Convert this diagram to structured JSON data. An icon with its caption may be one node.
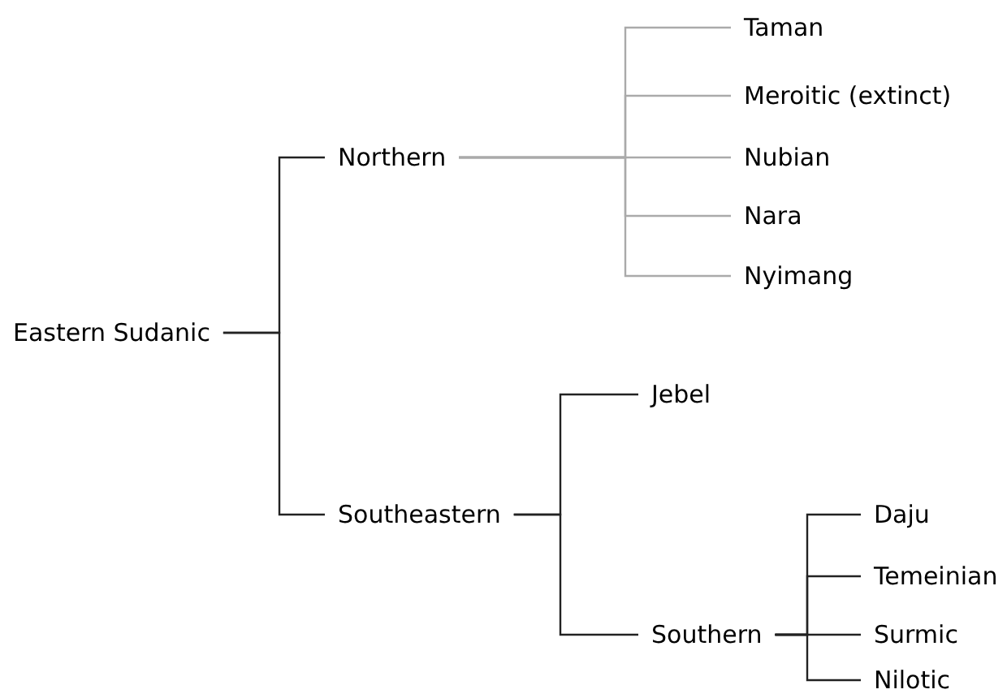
{
  "diagram": {
    "nodes": [
      {
        "text": [
          "Eastern Sudanic"
        ]
      },
      {
        "text": [
          "Northern"
        ]
      },
      {
        "text": [
          "Taman"
        ]
      },
      {
        "text": [
          "Meroitic (extinct)"
        ]
      },
      {
        "text": [
          "Nubian"
        ]
      },
      {
        "text": [
          "Nara"
        ]
      },
      {
        "text": [
          "Nyimang"
        ]
      },
      {
        "text": [
          "Southeastern"
        ]
      },
      {
        "text": [
          "Jebel"
        ]
      },
      {
        "text": [
          "Southern"
        ]
      },
      {
        "text": [
          "Daju"
        ]
      },
      {
        "text": [
          "Temeinian"
        ]
      },
      {
        "text": [
          "Surmic"
        ]
      },
      {
        "text": [
          "Nilotic"
        ]
      }
    ],
    "edges": [
      {
        "from": 0,
        "to": 1,
        "arrow": "none"
      },
      {
        "from": 0,
        "to": 7,
        "arrow": "none"
      },
      {
        "from": 1,
        "to": 2,
        "arrow": "none",
        "color": "#aaaaaa"
      },
      {
        "from": 1,
        "to": 3,
        "arrow": "none",
        "color": "#aaaaaa"
      },
      {
        "from": 1,
        "to": 4,
        "arrow": "none",
        "color": "#aaaaaa"
      },
      {
        "from": 1,
        "to": 5,
        "arrow": "none",
        "color": "#aaaaaa"
      },
      {
        "from": 1,
        "to": 6,
        "arrow": "none",
        "color": "#aaaaaa"
      },
      {
        "from": 7,
        "to": 8,
        "arrow": "none"
      },
      {
        "from": 7,
        "to": 9,
        "arrow": "none"
      },
      {
        "from": 9,
        "to": 10,
        "arrow": "none"
      },
      {
        "from": 9,
        "to": 11,
        "arrow": "none"
      },
      {
        "from": 9,
        "to": 12,
        "arrow": "none"
      },
      {
        "from": 9,
        "to": 13,
        "arrow": "none"
      }
    ]
  }
}
